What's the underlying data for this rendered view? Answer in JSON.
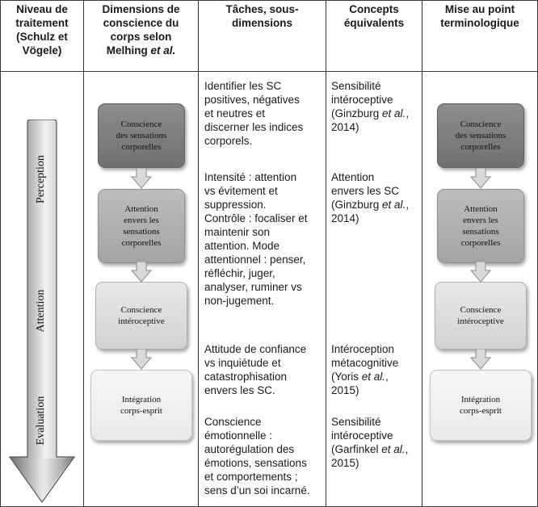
{
  "headers": {
    "col1": [
      "Niveau de",
      "traitement",
      "(Schulz et",
      "Vögele)"
    ],
    "col2_lines": [
      "Dimensions de",
      "conscience du",
      "corps selon"
    ],
    "col2_last_plain": "Melhing ",
    "col2_last_italic": "et al.",
    "col3": [
      "Tâches, sous-",
      "dimensions"
    ],
    "col4": [
      "Concepts",
      "équivalents"
    ],
    "col5": [
      "Mise au point",
      "terminologique"
    ]
  },
  "levels": [
    "Perception",
    "Attention",
    "Evaluation"
  ],
  "mehling_boxes": [
    [
      "Conscience",
      "des sensations",
      "corporelles"
    ],
    [
      "Attention",
      "envers les",
      "sensations",
      "corporelles"
    ],
    [
      "Conscience",
      "intéroceptive"
    ],
    [
      "Intégration",
      "corps-esprit"
    ]
  ],
  "terminology_boxes": [
    [
      "Conscience",
      "des sensations",
      "corporelles"
    ],
    [
      "Attention",
      "envers les",
      "sensations",
      "corporelles"
    ],
    [
      "Conscience",
      "intéroceptive"
    ],
    [
      "Intégration",
      "corps-esprit"
    ]
  ],
  "tasks": [
    [
      "Identifier les SC",
      "positives, négatives",
      "et neutres et",
      "discerner les indices",
      "corporels."
    ],
    [
      "Intensité : attention",
      "vs évitement et",
      "suppression.",
      "Contrôle : focaliser et",
      "maintenir son",
      "attention. Mode",
      "attentionnel : penser,",
      "réfléchir, juger,",
      "analyser, ruminer vs",
      "non-jugement."
    ],
    [
      "Attitude de confiance",
      "vs inquiétude et",
      "catastrophisation",
      "envers les SC."
    ],
    [
      "Conscience",
      "émotionnelle :",
      "autorégulation des",
      "émotions, sensations",
      "et comportements ;",
      "sens d’un soi incarné."
    ]
  ],
  "concepts": [
    {
      "l1": "Sensibilité",
      "l2": "intéroceptive",
      "l3_plain": "(Ginzburg ",
      "l3_italic": "et al.",
      "l3_end": ",",
      "l4": "2014)"
    },
    {
      "l1": "Attention",
      "l2": "envers les SC",
      "l3_plain": "(Ginzburg ",
      "l3_italic": "et al.",
      "l3_end": ",",
      "l4": "2014)"
    },
    {
      "l1": "Intéroception",
      "l2": "métacognitive",
      "l3_plain": "(Yoris ",
      "l3_italic": "et al.",
      "l3_end": ",",
      "l4": "2015)"
    },
    {
      "l1": "Sensibilité",
      "l2": "intéroceptive",
      "l3_plain": "(Garfinkel ",
      "l3_italic": "et al.",
      "l3_end": ",",
      "l4": "2015)"
    }
  ]
}
